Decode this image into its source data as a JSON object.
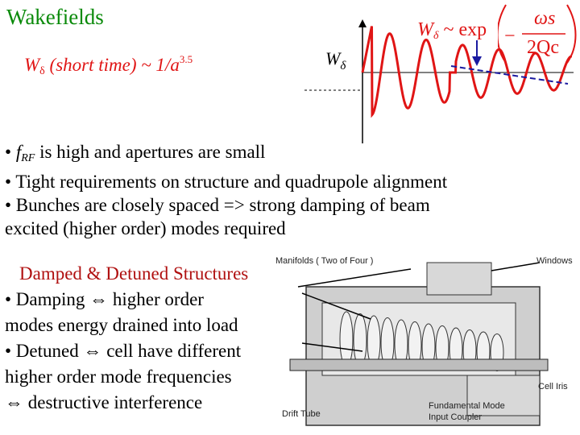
{
  "slide": {
    "title": "Wakefields",
    "formula_short_time": {
      "lhs": "W",
      "lhs_sub": "δ",
      "arg": "(short time) ~ 1/",
      "var": "a",
      "exp": "3.5"
    },
    "formula_exp": {
      "lhs": "W",
      "lhs_sub": "δ",
      "mid": "~ exp",
      "numerator": "ωs",
      "denominator": "2Qc",
      "minus": "−"
    },
    "axis_label": {
      "main": "W",
      "sub": "δ"
    },
    "bullets": [
      {
        "prefix": "• ",
        "f": "f",
        "f_sub": "RF",
        "text": " is high and apertures are small"
      },
      {
        "text": "• Tight requirements on structure and quadrupole alignment"
      },
      {
        "text": "• Bunches are closely spaced => strong damping of beam"
      },
      {
        "text": "excited (higher order) modes required"
      }
    ],
    "lower": {
      "header": "Damped & Detuned Structures",
      "lines": [
        "• Damping ⇔ higher order",
        "modes energy drained into load",
        "• Detuned ⇔ cell have different",
        "higher order mode frequencies",
        "⇔ destructive interference"
      ]
    },
    "diagram_labels": {
      "manifolds": "Manifolds ( Two of Four )",
      "windows": "Windows",
      "cell_iris": "Cell Iris",
      "fundamental": "Fundamental Mode",
      "input_coupler": "Input Coupler",
      "drift_tube": "Drift Tube"
    },
    "colors": {
      "title": "#0a8a0a",
      "formula": "#e01515",
      "header": "#b01010",
      "envelope": "#1a1aa0"
    }
  }
}
